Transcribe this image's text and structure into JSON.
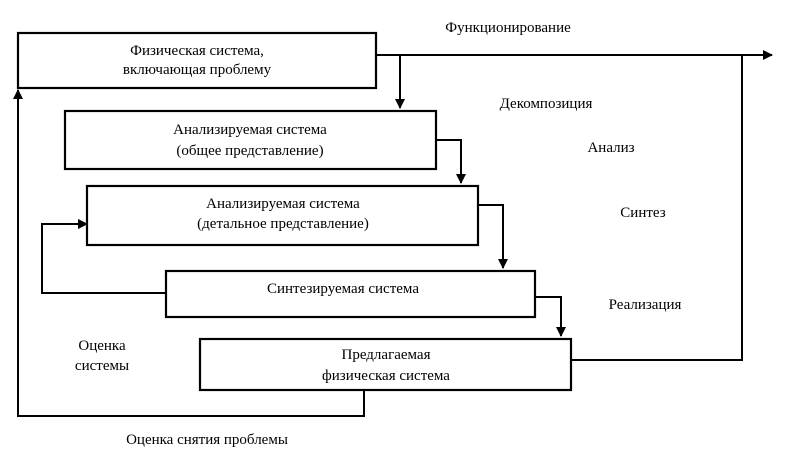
{
  "boxes": {
    "physical_system": {
      "line1": "Физическая система,",
      "line2": "включающая проблему"
    },
    "analyzed_general": {
      "line1": "Анализируемая система",
      "line2": "(общее представление)"
    },
    "analyzed_detailed": {
      "line1": "Анализируемая система",
      "line2": "(детальное представление)"
    },
    "synthesized": {
      "line1": "Синтезируемая система"
    },
    "proposed": {
      "line1": "Предлагаемая",
      "line2": "физическая система"
    }
  },
  "labels": {
    "functioning": "Функционирование",
    "decomposition": "Декомпозиция",
    "analysis": "Анализ",
    "synthesis": "Синтез",
    "realization": "Реализация",
    "evaluation_line1": "Оценка",
    "evaluation_line2": "системы",
    "problem_removal": "Оценка снятия проблемы"
  },
  "colors": {
    "stroke": "#000000",
    "background": "#ffffff"
  }
}
